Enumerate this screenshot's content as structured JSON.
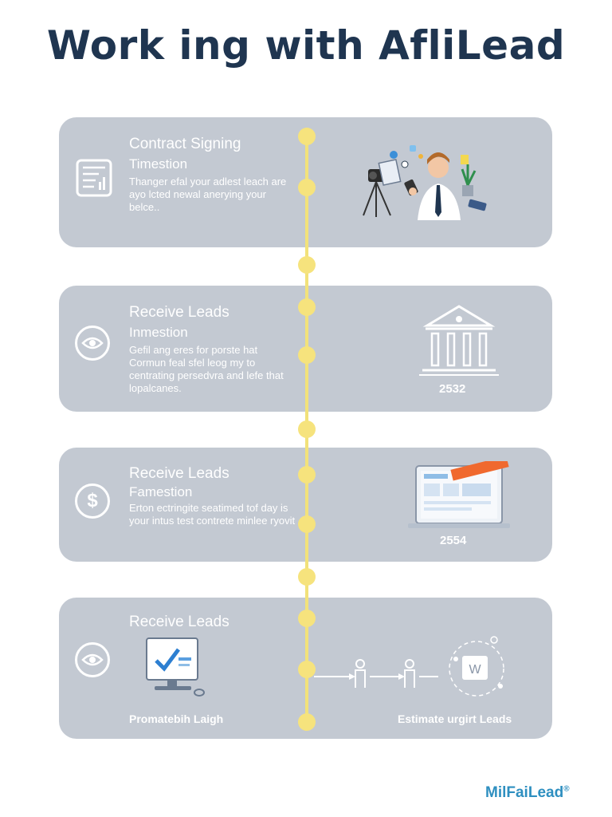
{
  "page": {
    "title": "Work ing with AfliLead",
    "brand": "MilFaiLead",
    "brand_mark": "®"
  },
  "steps": [
    {
      "title": "Contract Signing",
      "subtitle": "Timestion",
      "body": "Thanger efal your adlest leach are ayo lcted newal anerying your belce..",
      "icon": "document-chart-icon",
      "illustration": "businessman-with-camera"
    },
    {
      "title": "Receive Leads",
      "subtitle": "Inmestion",
      "body": "Gefil ang eres for porste hat Cormun feal sfel leog my to centrating persedvra and lefe that lopalcanes.",
      "icon": "eye-icon",
      "illustration": "bank-building",
      "year": "2532"
    },
    {
      "title": "Receive Leads",
      "subtitle": "Famestion",
      "body": "Erton ectringite seatimed tof day is your intus test contrete minlee ryovit",
      "icon": "dollar-icon",
      "illustration": "laptop-dashboard",
      "year": "2554"
    },
    {
      "title": "Receive Leads",
      "icon": "eye-icon",
      "illustration": "computer-checkmark",
      "left_label": "Promatebih Laigh",
      "right_label": "Estimate urgirt Leads"
    }
  ],
  "colors": {
    "card": "#c3c9d2",
    "timeline": "#f2e27a",
    "title": "#1f3550",
    "brand": "#2e8fc0"
  }
}
